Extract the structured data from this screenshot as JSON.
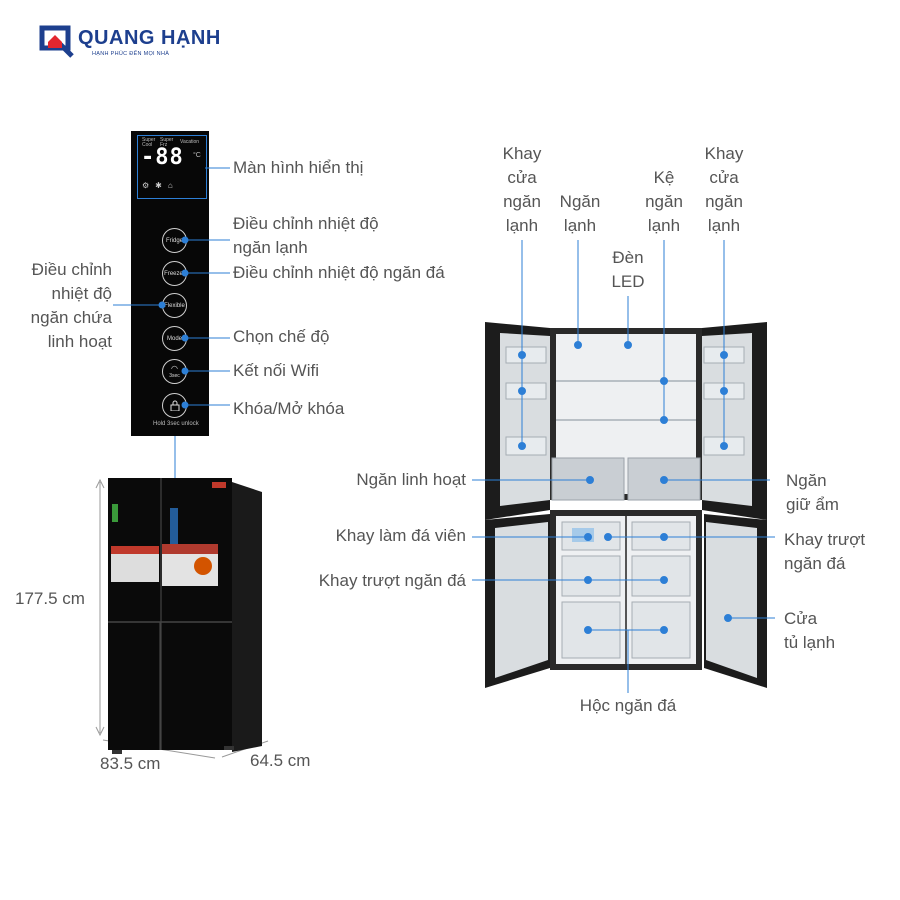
{
  "logo": {
    "brand": "QUANG HẠNH",
    "tagline": "HẠNH PHÚC ĐẾN MỌI NHÀ"
  },
  "panel": {
    "indicators": [
      "Super Cool",
      "Super Frz",
      "Vacation"
    ],
    "display": "-88",
    "unit": "°C",
    "buttons": [
      "Fridge",
      "Freezer",
      "Flexible",
      "Mode",
      "3sec"
    ],
    "lock_caption": "Hold 3sec unlock"
  },
  "panel_labels": {
    "display": "Màn hình hiển thị",
    "fridge_temp": [
      "Điều chỉnh nhiệt độ",
      "ngăn lạnh"
    ],
    "freezer_temp": "Điều chỉnh nhiệt độ ngăn đá",
    "flexible_temp": [
      "Điều chỉnh",
      "nhiệt độ",
      "ngăn chứa",
      "linh hoạt"
    ],
    "mode": "Chọn chế độ",
    "wifi": "Kết nối Wifi",
    "lock": "Khóa/Mở khóa"
  },
  "dimensions": {
    "height": "177.5 cm",
    "width": "83.5 cm",
    "depth": "64.5 cm"
  },
  "fridge_labels": {
    "door_tray_left": [
      "Khay",
      "cửa",
      "ngăn",
      "lạnh"
    ],
    "fridge_compartment": [
      "Ngăn",
      "lạnh"
    ],
    "shelf": [
      "Kệ",
      "ngăn",
      "lạnh"
    ],
    "door_tray_right": [
      "Khay",
      "cửa",
      "ngăn",
      "lạnh"
    ],
    "led": [
      "Đèn",
      "LED"
    ],
    "flexible_drawer": "Ngăn linh hoạt",
    "crisper": [
      "Ngăn",
      "giữ ẩm"
    ],
    "ice_tray": "Khay làm đá viên",
    "sliding_tray_right": [
      "Khay trượt",
      "ngăn đá"
    ],
    "freezer_sliding_tray": "Khay trượt ngăn đá",
    "fridge_door": [
      "Cửa",
      "tủ lạnh"
    ],
    "freezer_box": "Hộc ngăn đá"
  },
  "colors": {
    "accent": "#2d7fd6",
    "brand": "#1d3f8e",
    "logo_red": "#e3262f",
    "text": "#555555"
  }
}
